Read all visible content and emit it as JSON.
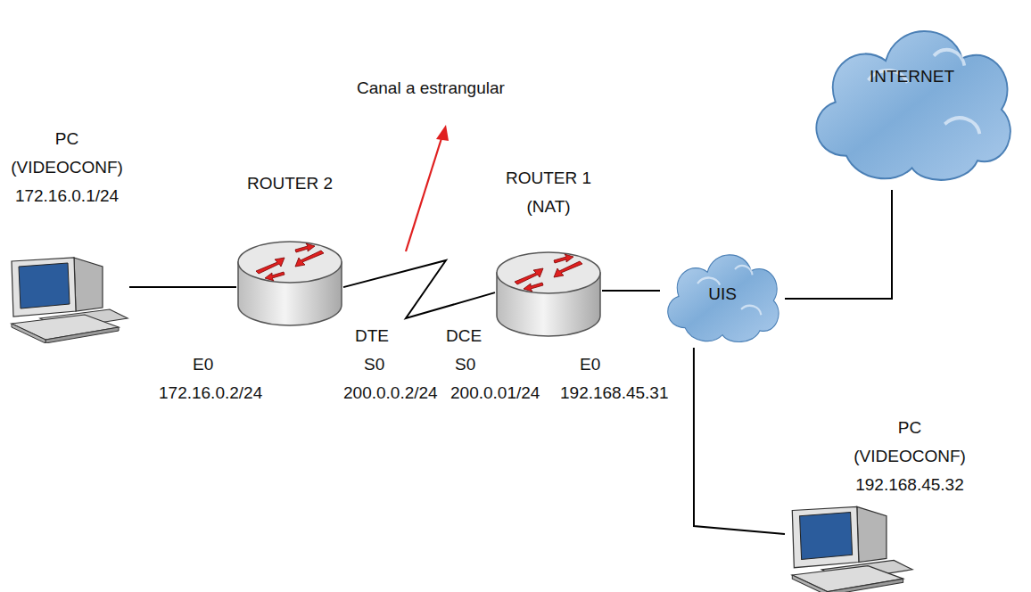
{
  "diagram": {
    "nodes": [
      {
        "text": [
          "PC (VIDEOCONF)",
          "172.16.0.1/24"
        ]
      },
      {
        "text": [
          "ROUTER 2"
        ]
      },
      {
        "text": [
          "ROUTER 1 (NAT)"
        ]
      },
      {
        "text": [
          "INTERNET"
        ]
      },
      {
        "text": [
          "UIS"
        ]
      },
      {
        "text": [
          "PC (VIDEOCONF)",
          "192.168.45.32"
        ]
      }
    ],
    "edges": [
      {
        "from": 0,
        "to": 1,
        "arrow": "none"
      },
      {
        "from": 1,
        "to": 2,
        "arrow": "none"
      },
      {
        "from": 2,
        "to": 4,
        "arrow": "none"
      },
      {
        "from": 4,
        "to": 3,
        "arrow": "none"
      },
      {
        "from": 4,
        "to": 5,
        "arrow": "none"
      }
    ],
    "labels": [
      "Canal a estrangular",
      "E0",
      "172.16.0.2/24",
      "DTE",
      "S0",
      "200.0.0.2/24",
      "DCE",
      "S0",
      "200.0.01/24",
      "E0",
      "192.168.45.31"
    ]
  }
}
